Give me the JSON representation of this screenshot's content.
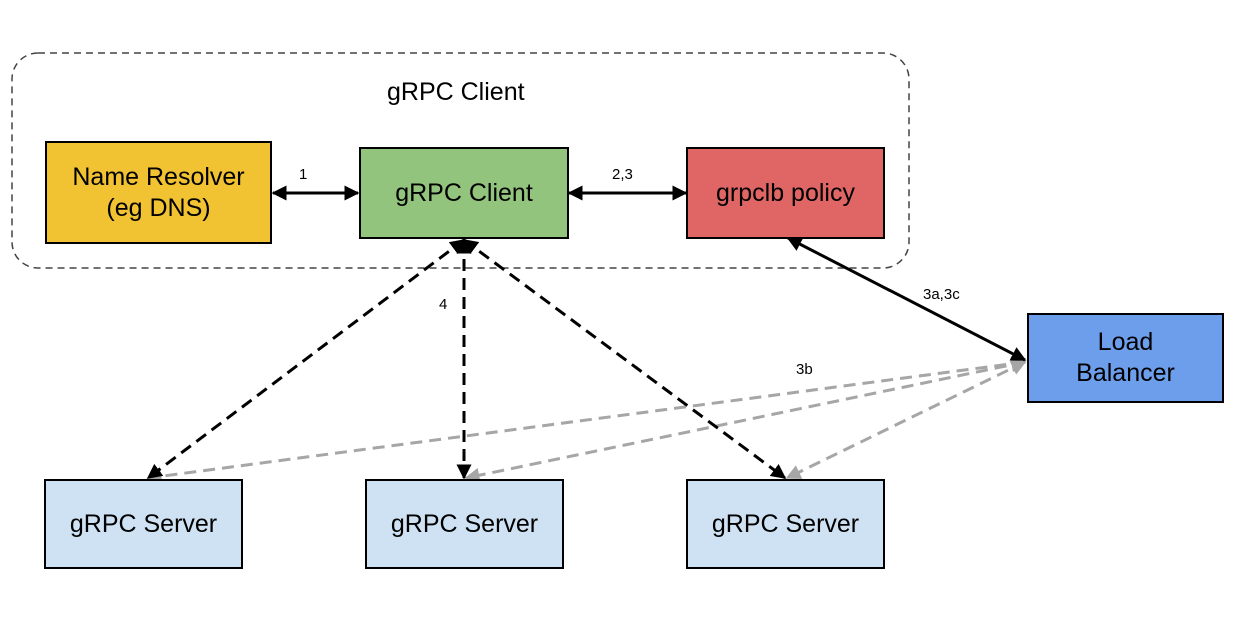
{
  "group": {
    "title": "gRPC Client"
  },
  "nodes": {
    "resolver": {
      "label": "Name Resolver\n(eg DNS)",
      "color": "#f1c232"
    },
    "client": {
      "label": "gRPC Client",
      "color": "#93c47d"
    },
    "policy": {
      "label": "grpclb policy",
      "color": "#e06666"
    },
    "lb": {
      "label": "Load\nBalancer",
      "color": "#6d9eeb"
    },
    "server1": {
      "label": "gRPC Server",
      "color": "#cfe2f3"
    },
    "server2": {
      "label": "gRPC Server",
      "color": "#cfe2f3"
    },
    "server3": {
      "label": "gRPC Server",
      "color": "#cfe2f3"
    }
  },
  "edges": {
    "resolver_client": "1",
    "client_policy": "2,3",
    "policy_lb": "3a,3c",
    "lb_servers": "3b",
    "client_servers": "4"
  }
}
